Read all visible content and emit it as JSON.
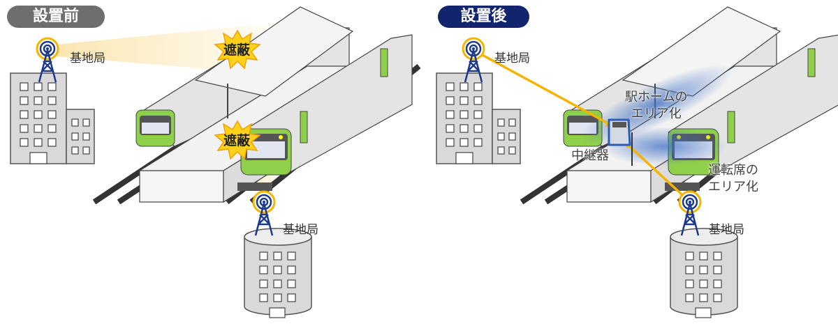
{
  "before": {
    "badge": "設置前",
    "station_top_label": "基地局",
    "station_bottom_label": "基地局",
    "block_labels": [
      "遮蔽",
      "遮蔽"
    ],
    "badge_color": "#6e6e6e"
  },
  "after": {
    "badge": "設置後",
    "station_top_label": "基地局",
    "station_bottom_label": "基地局",
    "platform_area_label": [
      "駅ホームの",
      "エリア化"
    ],
    "repeater_label": "中継器",
    "cab_area_label": [
      "運転席の",
      "エリア化"
    ],
    "badge_color": "#12246e"
  },
  "colors": {
    "signal": "#f5b400",
    "train": "#8fd04a",
    "coverage": "#3d6fc4"
  }
}
